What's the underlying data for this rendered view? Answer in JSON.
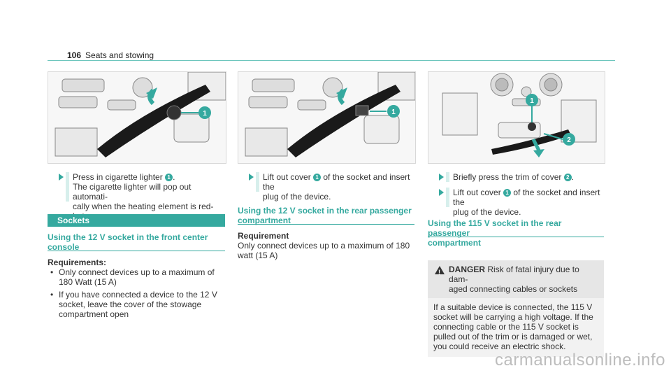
{
  "header": {
    "page_number": "106",
    "section_title": "Seats and stowing"
  },
  "figures": {
    "fig1": {
      "callout": "1"
    },
    "fig2": {
      "callout": "1"
    },
    "fig3": {
      "callout1": "1",
      "callout2": "2"
    }
  },
  "col1": {
    "step1_pre": "Press in cigarette lighter ",
    "step1_num": "1",
    "step1_post": ".",
    "step1_line2": "The cigarette lighter will pop out automati-",
    "step1_line3": "cally when the heating element is red-hot.",
    "banner": "Sockets",
    "subhead_line1": "Using the 12 V socket in the front center",
    "subhead_line2": "console",
    "req_label": "Requirements:",
    "req_items": [
      "Only connect devices up to a maximum of 180 Watt (15 A)",
      "If you have connected a device to the 12 V socket, leave the cover of the stowage compartment open"
    ]
  },
  "col2": {
    "step_pre": "Lift out cover ",
    "step_num": "1",
    "step_post": " of the socket and insert the",
    "step_line2": "plug of the device.",
    "subhead_line1": "Using the 12 V socket in the rear passenger",
    "subhead_line2": "compartment",
    "req_label": "Requirement",
    "req_line1": "Only connect devices up to a maximum of 180",
    "req_line2": "watt (15 A)"
  },
  "col3": {
    "step1_pre": "Briefly press the trim of cover ",
    "step1_num": "2",
    "step1_post": ".",
    "step2_pre": "Lift out cover ",
    "step2_num": "1",
    "step2_post": " of the socket and insert the",
    "step2_line2": "plug of the device.",
    "subhead_line1": "Using the 115 V socket in the rear passenger",
    "subhead_line2": "compartment",
    "danger_label": "DANGER",
    "danger_head_line1": " Risk of fatal injury due to dam-",
    "danger_head_line2": "aged connecting cables or sockets",
    "danger_body": "If a suitable device is connected, the 115 V socket will be carrying a high voltage. If the connecting cable or the 115 V socket is pulled out of the trim or is damaged or wet, you could receive an electric shock."
  },
  "watermark": "carmanualsonline.info",
  "colors": {
    "accent": "#35a99f",
    "accent_light": "#d7efec"
  }
}
